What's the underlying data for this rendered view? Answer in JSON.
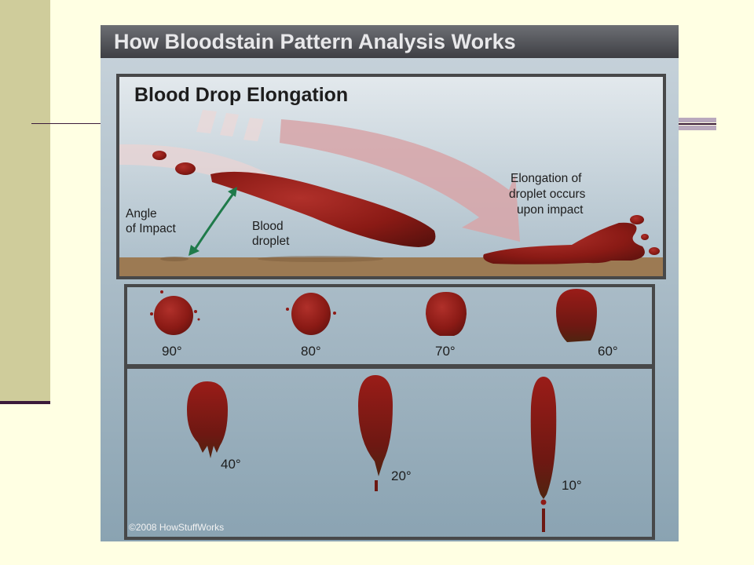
{
  "figure": {
    "title": "How Bloodstain Pattern Analysis Works",
    "subtitle": "Blood Drop Elongation",
    "angle_label_line1": "Angle",
    "angle_label_line2": "of Impact",
    "droplet_label_line1": "Blood",
    "droplet_label_line2": "droplet",
    "elongation_line1": "Elongation of",
    "elongation_line2": "droplet occurs",
    "elongation_line3": "upon impact",
    "angles_row1": [
      "90°",
      "80°",
      "70°",
      "60°"
    ],
    "angles_row2": [
      "40°",
      "20°",
      "10°"
    ],
    "credit": "©2008 HowStuffWorks",
    "colors": {
      "blood": "#8e1a16",
      "blood_dark": "#5b1a0e",
      "panel_top": "#d6e0e6",
      "panel_bottom": "#7f9bab",
      "frame": "#474849",
      "floor": "#9c7a53",
      "arrow": "#d9a7a9",
      "angle_arrow": "#1f7a4a"
    }
  }
}
